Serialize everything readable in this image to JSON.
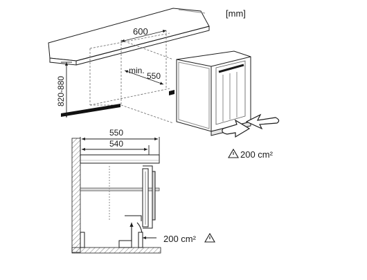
{
  "units_label": "[mm]",
  "iso_view": {
    "width_dim": "600",
    "depth_dim_prefix": "min.",
    "depth_dim_value": "550",
    "height_dim": "820-880",
    "vent_label": "200 cm²"
  },
  "section_view": {
    "outer_depth_dim": "550",
    "inner_depth_dim": "540",
    "vent_label": "200 cm²"
  },
  "icons": [
    "warning-triangle-icon",
    "airflow-arrow-icon"
  ],
  "colors": {
    "line": "#1a1a1a",
    "hatch": "#8a8a8a",
    "panel": "#d9d9d9",
    "plinth": "#111111"
  }
}
